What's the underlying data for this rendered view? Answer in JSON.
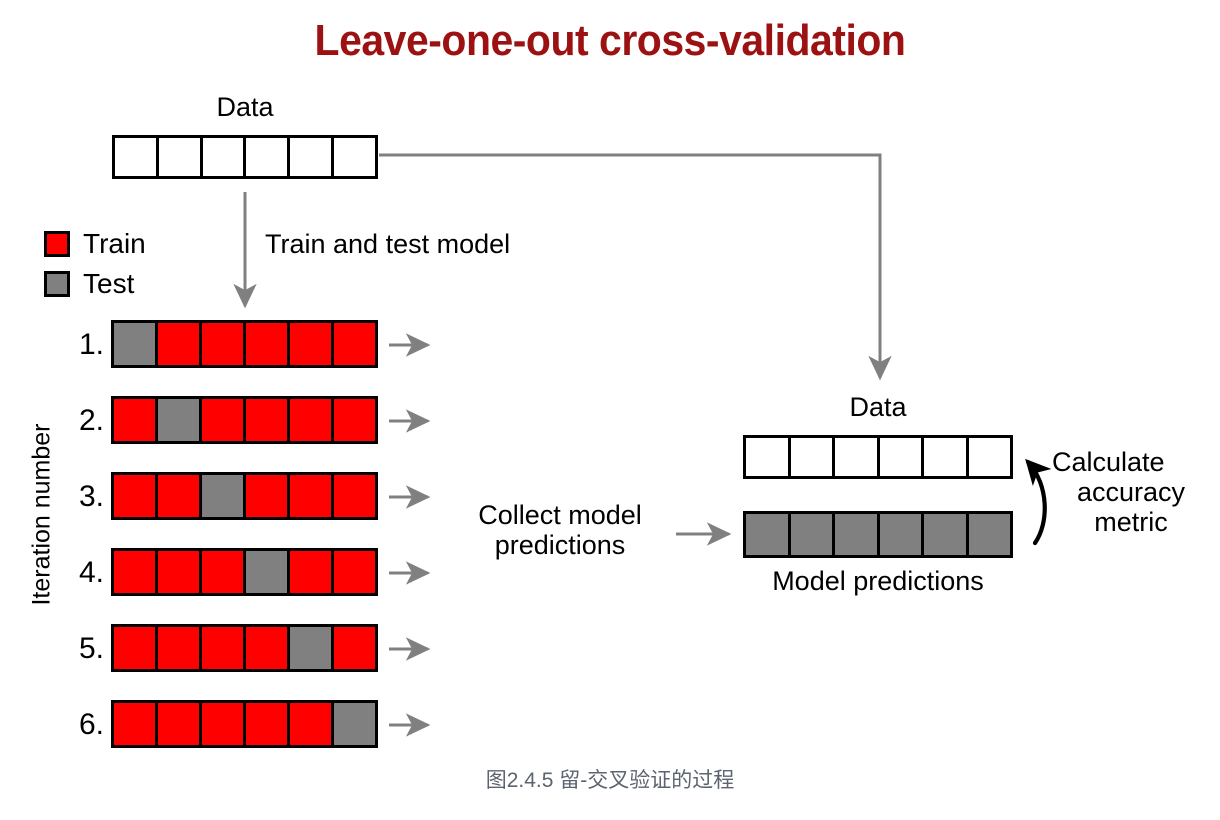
{
  "title": "Leave-one-out cross-validation",
  "caption": "图2.4.5 留-交叉验证的过程",
  "colors": {
    "title": "#9c1111",
    "train": "#ff0000",
    "test": "#808080",
    "arrow_gray": "#808080",
    "arrow_black": "#000000",
    "caption": "#5c6470",
    "background": "#ffffff"
  },
  "legend": {
    "items": [
      {
        "label": "Train",
        "color": "#ff0000",
        "key": "train"
      },
      {
        "label": "Test",
        "color": "#808080",
        "key": "test"
      }
    ]
  },
  "axis": {
    "iteration_label": "Iteration number"
  },
  "top_data": {
    "label": "Data",
    "cells": 6,
    "fill": "white"
  },
  "flow_labels": {
    "train_and_test": "Train and test model",
    "collect_predictions": "Collect model\npredictions",
    "collect_predictions_line1": "Collect model",
    "collect_predictions_line2": "predictions",
    "calculate_metric_line1": "Calculate",
    "calculate_metric_line2": "accuracy",
    "calculate_metric_line3": "metric"
  },
  "iterations": {
    "count": 6,
    "cells_per_row": 6,
    "rows": [
      {
        "number": "1.",
        "test_index": 0,
        "pattern": [
          "test",
          "train",
          "train",
          "train",
          "train",
          "train"
        ]
      },
      {
        "number": "2.",
        "test_index": 1,
        "pattern": [
          "train",
          "test",
          "train",
          "train",
          "train",
          "train"
        ]
      },
      {
        "number": "3.",
        "test_index": 2,
        "pattern": [
          "train",
          "train",
          "test",
          "train",
          "train",
          "train"
        ]
      },
      {
        "number": "4.",
        "test_index": 3,
        "pattern": [
          "train",
          "train",
          "train",
          "test",
          "train",
          "train"
        ]
      },
      {
        "number": "5.",
        "test_index": 4,
        "pattern": [
          "train",
          "train",
          "train",
          "train",
          "test",
          "train"
        ]
      },
      {
        "number": "6.",
        "test_index": 5,
        "pattern": [
          "train",
          "train",
          "train",
          "train",
          "train",
          "test"
        ]
      }
    ]
  },
  "right_panel": {
    "data_label": "Data",
    "data_cells": 6,
    "predictions_label": "Model predictions",
    "predictions_cells": 6
  }
}
